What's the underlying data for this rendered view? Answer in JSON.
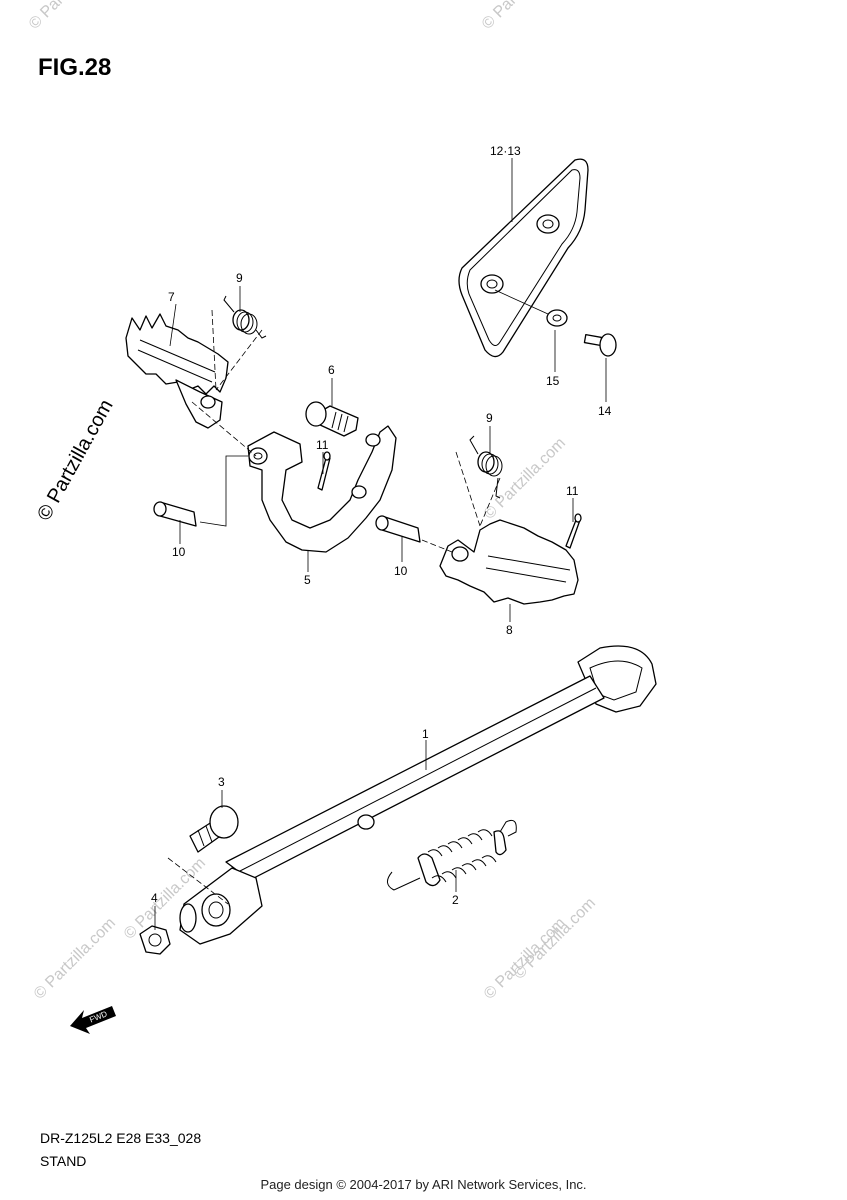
{
  "figure_title": "FIG.28",
  "model_code": "DR-Z125L2 E28 E33_028",
  "section_name": "STAND",
  "footer": "Page design © 2004-2017 by ARI Network Services, Inc.",
  "watermark_main": "© Partzilla.com",
  "watermark_small": "© Partzilla.com",
  "fwd_label": "FWD",
  "callouts": {
    "c1": "1",
    "c2": "2",
    "c3": "3",
    "c4": "4",
    "c5": "5",
    "c6": "6",
    "c7": "7",
    "c8": "8",
    "c9a": "9",
    "c9b": "9",
    "c10a": "10",
    "c10b": "10",
    "c11a": "11",
    "c11b": "11",
    "c1213": "12·13",
    "c14": "14",
    "c15": "15"
  }
}
